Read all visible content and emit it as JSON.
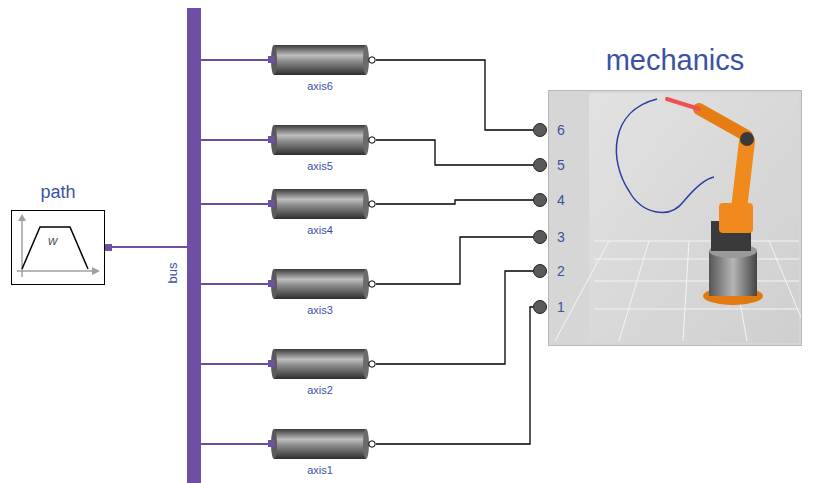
{
  "diagram": {
    "nodes": [
      {
        "text": [
          "path"
        ]
      },
      {
        "text": [
          "bus"
        ]
      },
      {
        "text": [
          "axis6"
        ]
      },
      {
        "text": [
          "axis5"
        ]
      },
      {
        "text": [
          "axis4"
        ]
      },
      {
        "text": [
          "axis3"
        ]
      },
      {
        "text": [
          "axis2"
        ]
      },
      {
        "text": [
          "axis1"
        ]
      },
      {
        "text": [
          "mechanics"
        ]
      },
      {
        "text": [
          "6"
        ],
        "in": 8
      },
      {
        "text": [
          "5"
        ],
        "in": 8
      },
      {
        "text": [
          "4"
        ],
        "in": 8
      },
      {
        "text": [
          "3"
        ],
        "in": 8
      },
      {
        "text": [
          "2"
        ],
        "in": 8
      },
      {
        "text": [
          "1"
        ],
        "in": 8
      }
    ],
    "edges": [
      {
        "from": 0,
        "to": 1,
        "arrow": "none"
      },
      {
        "from": 1,
        "to": 2,
        "arrow": "none"
      },
      {
        "from": 1,
        "to": 3,
        "arrow": "none"
      },
      {
        "from": 1,
        "to": 4,
        "arrow": "none"
      },
      {
        "from": 1,
        "to": 5,
        "arrow": "none"
      },
      {
        "from": 1,
        "to": 6,
        "arrow": "none"
      },
      {
        "from": 1,
        "to": 7,
        "arrow": "none"
      },
      {
        "from": 2,
        "to": 9,
        "arrow": "none"
      },
      {
        "from": 3,
        "to": 10,
        "arrow": "none"
      },
      {
        "from": 4,
        "to": 11,
        "arrow": "none"
      },
      {
        "from": 5,
        "to": 12,
        "arrow": "none"
      },
      {
        "from": 6,
        "to": 13,
        "arrow": "none"
      },
      {
        "from": 7,
        "to": 14,
        "arrow": "none"
      }
    ],
    "labels": [
      "w"
    ]
  }
}
